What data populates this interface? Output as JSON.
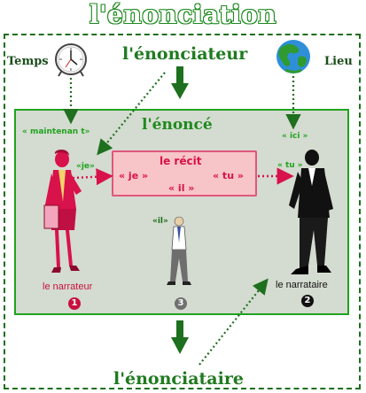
{
  "title": "l'énonciation",
  "nodes": {
    "temps": "Temps",
    "lieu": "Lieu",
    "enonciateur": "l'énonciateur",
    "enonce": "l'énoncé",
    "enonciataire": "l'énonciataire",
    "maintenant": "« maintenan t»",
    "ici": "« ici »",
    "recit": "le récit",
    "recit_je": "« je »",
    "recit_tu": "« tu »",
    "recit_il": "« il »",
    "tag_je": "«je»",
    "tag_tu": "« tu »",
    "tag_il": "«il»",
    "narrateur": "le narrateur",
    "narrataire": "le narrataire",
    "num_narrateur": "1",
    "num_il": "3",
    "num_narrataire": "2"
  },
  "colors": {
    "green_dark": "#1e6f1e",
    "green_text": "#1f7a1f",
    "green_bright": "#1fa31f",
    "enonce_fill": "#d4dbd0",
    "recit_fill": "#f7c4c8",
    "pink": "#d8124a",
    "num1": "#c8103f",
    "num3": "#707070",
    "num2": "#111111"
  },
  "icons": [
    "clock-icon",
    "globe-icon",
    "woman-figure",
    "small-man-figure",
    "man-figure"
  ]
}
